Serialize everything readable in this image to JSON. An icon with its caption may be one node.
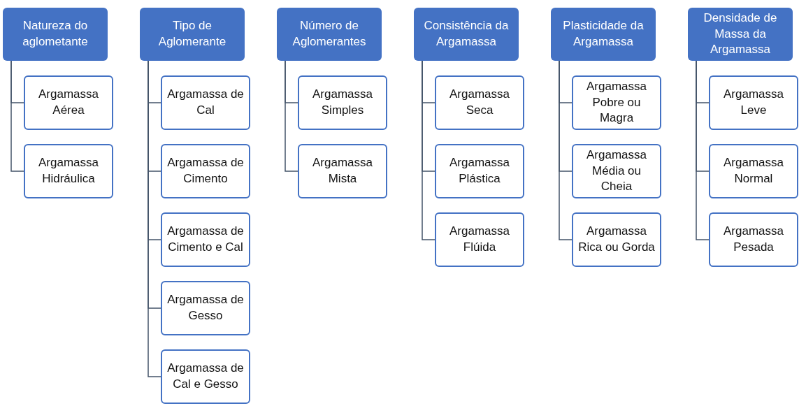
{
  "diagram": {
    "nodes": [
      {
        "text": [
          "Natureza do aglometante"
        ]
      },
      {
        "text": [
          "Argamassa Aérea"
        ]
      },
      {
        "text": [
          "Argamassa Hidráulica"
        ]
      },
      {
        "text": [
          "Tipo de Aglomerante"
        ]
      },
      {
        "text": [
          "Argamassa de Cal"
        ]
      },
      {
        "text": [
          "Argamassa de Cimento"
        ]
      },
      {
        "text": [
          "Argamassa de Cimento e Cal"
        ]
      },
      {
        "text": [
          "Argamassa de Gesso"
        ]
      },
      {
        "text": [
          "Argamassa de Cal e Gesso"
        ]
      },
      {
        "text": [
          "Número de Aglomerantes"
        ]
      },
      {
        "text": [
          "Argamassa Simples"
        ]
      },
      {
        "text": [
          "Argamassa Mista"
        ]
      },
      {
        "text": [
          "Consistência da Argamassa"
        ]
      },
      {
        "text": [
          "Argamassa Seca"
        ]
      },
      {
        "text": [
          "Argamassa Plástica"
        ]
      },
      {
        "text": [
          "Argamassa Flúida"
        ]
      },
      {
        "text": [
          "Plasticidade da Argamassa"
        ]
      },
      {
        "text": [
          "Argamassa Pobre ou Magra"
        ]
      },
      {
        "text": [
          "Argamassa Média ou Cheia"
        ]
      },
      {
        "text": [
          "Argamassa Rica ou Gorda"
        ]
      },
      {
        "text": [
          "Densidade de Massa da Argamassa"
        ]
      },
      {
        "text": [
          "Argamassa Leve"
        ]
      },
      {
        "text": [
          "Argamassa Normal"
        ]
      },
      {
        "text": [
          "Argamassa Pesada"
        ]
      }
    ],
    "edges": [
      {
        "from": 0,
        "to": 1,
        "arrow": "none"
      },
      {
        "from": 0,
        "to": 2,
        "arrow": "none"
      },
      {
        "from": 3,
        "to": 4,
        "arrow": "none"
      },
      {
        "from": 3,
        "to": 5,
        "arrow": "none"
      },
      {
        "from": 3,
        "to": 6,
        "arrow": "none"
      },
      {
        "from": 3,
        "to": 7,
        "arrow": "none"
      },
      {
        "from": 3,
        "to": 8,
        "arrow": "none"
      },
      {
        "from": 9,
        "to": 10,
        "arrow": "none"
      },
      {
        "from": 9,
        "to": 11,
        "arrow": "none"
      },
      {
        "from": 12,
        "to": 13,
        "arrow": "none"
      },
      {
        "from": 12,
        "to": 14,
        "arrow": "none"
      },
      {
        "from": 12,
        "to": 15,
        "arrow": "none"
      },
      {
        "from": 16,
        "to": 17,
        "arrow": "none"
      },
      {
        "from": 16,
        "to": 18,
        "arrow": "none"
      },
      {
        "from": 16,
        "to": 19,
        "arrow": "none"
      },
      {
        "from": 20,
        "to": 21,
        "arrow": "none"
      },
      {
        "from": 20,
        "to": 22,
        "arrow": "none"
      },
      {
        "from": 20,
        "to": 23,
        "arrow": "none"
      }
    ]
  }
}
